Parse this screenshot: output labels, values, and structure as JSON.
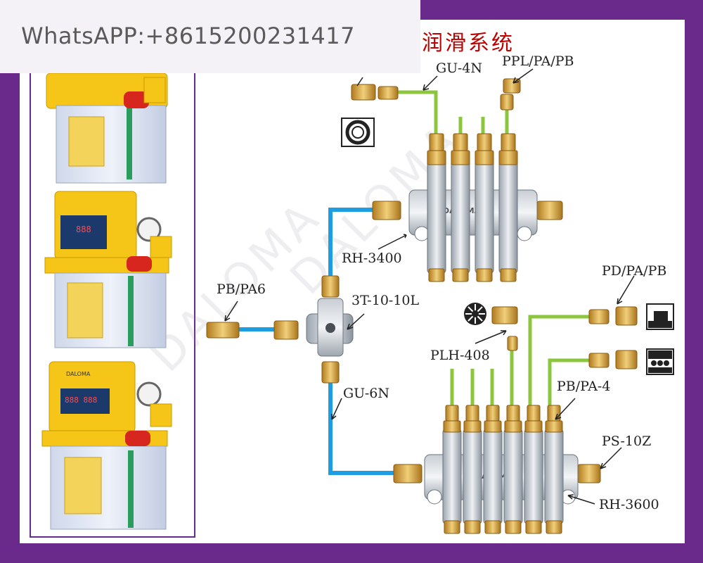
{
  "banner": {
    "text": "WhatsAPP:+8615200231417"
  },
  "title": "润滑系统",
  "watermark": "DALOMA",
  "labels": {
    "gu_4n": "GU-4N",
    "ppl_pa_pb": "PPL/PA/PB",
    "rh_3400": "RH-3400",
    "pb_pa6": "PB/PA6",
    "t_3t_10_10l": "3T-10-10L",
    "gu_6n": "GU-6N",
    "plh_408": "PLH-408",
    "pd_pa_pb": "PD/PA/PB",
    "pb_pa_4": "PB/PA-4",
    "ps_10z": "PS-10Z",
    "rh_3600": "RH-3600"
  },
  "pumps": [
    {
      "brand": "",
      "display": ""
    },
    {
      "brand": "",
      "display": "888"
    },
    {
      "brand": "DALOMA",
      "display": "888 888"
    }
  ],
  "manifold_brand": "DALOMA",
  "colors": {
    "frame": "#6a2a8c",
    "tube_blue": "#1e9ee0",
    "tube_green": "#8cc63f",
    "brass": "#d9a441",
    "pump_yellow": "#f5c518",
    "title_red": "#c00000"
  }
}
